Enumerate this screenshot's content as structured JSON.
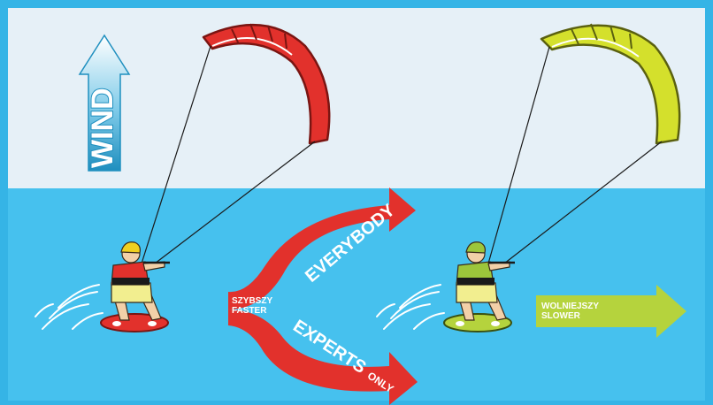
{
  "colors": {
    "sky": "#e6f0f7",
    "water": "#46c1ee",
    "frame": "#35b4e6",
    "kite_fast": "#e2312c",
    "kite_slow": "#d4e02c",
    "rider_fast_shirt": "#e2312c",
    "rider_slow_shirt": "#9cc63b",
    "arrow_fast": "#e2312c",
    "arrow_slow": "#b5d33d",
    "wind_arrow": "#6fc0e4"
  },
  "wind": {
    "label": "WIND",
    "icon": "arrow-up-icon"
  },
  "fast_rider": {
    "speed_label_pl": "SZYBSZY",
    "speed_label_en": "FASTER",
    "route_upper": "EVERYBODY",
    "route_lower_main": "EXPERTS",
    "route_lower_small": "ONLY"
  },
  "slow_rider": {
    "speed_label_pl": "WOLNIEJSZY",
    "speed_label_en": "SLOWER"
  }
}
